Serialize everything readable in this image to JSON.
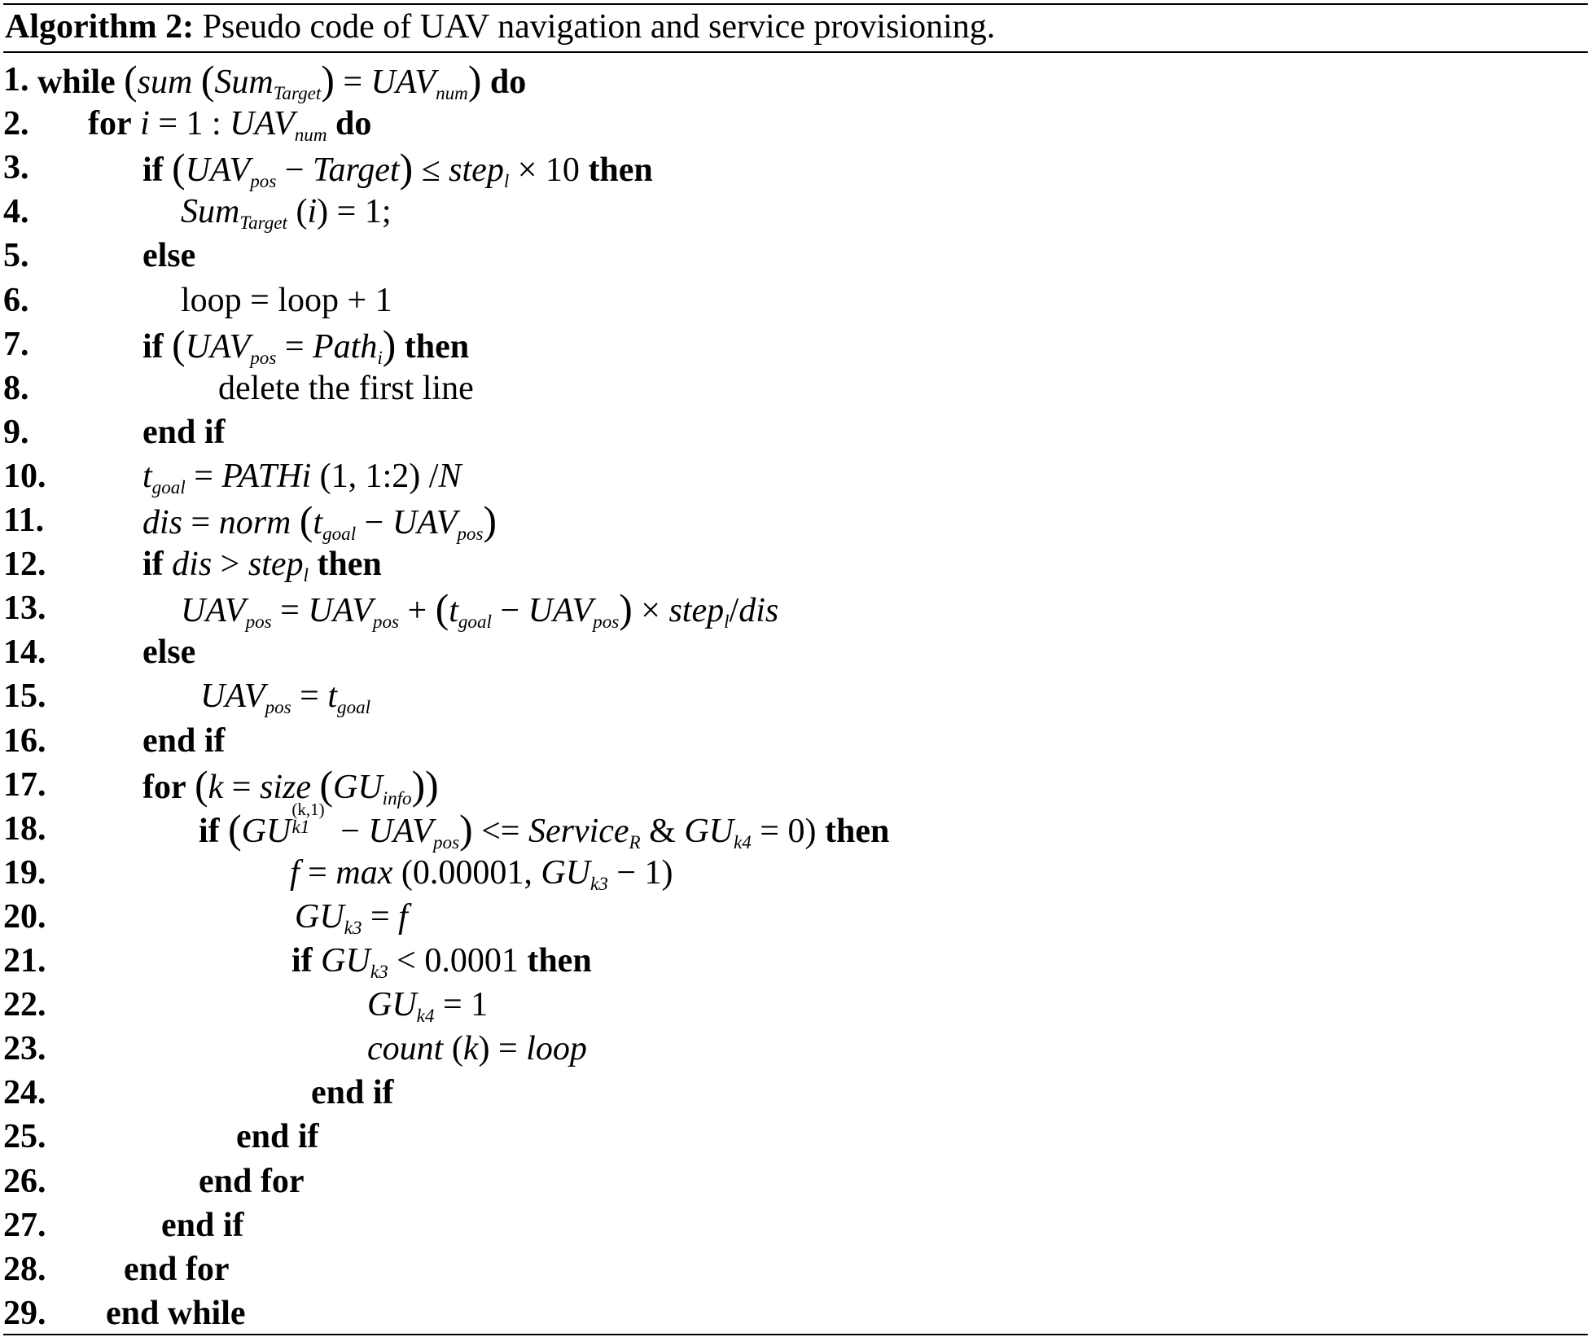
{
  "header": {
    "label": "Algorithm 2:",
    "caption": "Pseudo code of UAV navigation and service provisioning."
  },
  "lines": [
    {
      "n": "1.",
      "indent": 46,
      "parts": [
        {
          "k": "while"
        },
        {
          "t": " "
        },
        {
          "b": "("
        },
        {
          "m": "sum"
        },
        {
          "t": " "
        },
        {
          "b": "("
        },
        {
          "m": "Sum"
        },
        {
          "sub": "Target"
        },
        {
          "b": ")"
        },
        {
          "t": " = "
        },
        {
          "m": "UAV"
        },
        {
          "sub": "num"
        },
        {
          "b": ")"
        },
        {
          "t": " "
        },
        {
          "k": "do"
        }
      ]
    },
    {
      "n": "2.",
      "indent": 108,
      "parts": [
        {
          "k": "for"
        },
        {
          "t": " "
        },
        {
          "m": "i"
        },
        {
          "t": " = 1 : "
        },
        {
          "m": "UAV"
        },
        {
          "sub": "num"
        },
        {
          "t": " "
        },
        {
          "k": "do"
        }
      ]
    },
    {
      "n": "3.",
      "indent": 175,
      "parts": [
        {
          "k": "if"
        },
        {
          "t": " "
        },
        {
          "b": "("
        },
        {
          "m": "UAV"
        },
        {
          "sub": "pos"
        },
        {
          "t": " − "
        },
        {
          "m": "Target"
        },
        {
          "b": ")"
        },
        {
          "t": " ≤ "
        },
        {
          "m": "step"
        },
        {
          "sub": "l"
        },
        {
          "t": " × 10 "
        },
        {
          "k": "then"
        }
      ]
    },
    {
      "n": "4.",
      "indent": 222,
      "parts": [
        {
          "m": "Sum"
        },
        {
          "sub": "Target"
        },
        {
          "t": " ("
        },
        {
          "m": "i"
        },
        {
          "t": ") = 1;"
        }
      ]
    },
    {
      "n": "5.",
      "indent": 175,
      "parts": [
        {
          "k": "else"
        }
      ]
    },
    {
      "n": "6.",
      "indent": 222,
      "parts": [
        {
          "t": "loop = loop + 1"
        }
      ]
    },
    {
      "n": "7.",
      "indent": 175,
      "parts": [
        {
          "k": "if"
        },
        {
          "t": " "
        },
        {
          "b": "("
        },
        {
          "m": "UAV"
        },
        {
          "sub": "pos"
        },
        {
          "t": " = "
        },
        {
          "m": "Path"
        },
        {
          "sub": "i"
        },
        {
          "b": ")"
        },
        {
          "t": " "
        },
        {
          "k": "then"
        }
      ]
    },
    {
      "n": "8.",
      "indent": 268,
      "parts": [
        {
          "t": "delete the first line"
        }
      ]
    },
    {
      "n": "9.",
      "indent": 175,
      "parts": [
        {
          "k": "end if"
        }
      ]
    },
    {
      "n": "10.",
      "indent": 175,
      "parts": [
        {
          "m": "t"
        },
        {
          "sub": "goal"
        },
        {
          "t": " = "
        },
        {
          "m": "PATHi"
        },
        {
          "t": " (1, 1:2) /"
        },
        {
          "m": "N"
        }
      ]
    },
    {
      "n": "11.",
      "indent": 175,
      "parts": [
        {
          "m": "dis"
        },
        {
          "t": " = "
        },
        {
          "m": "norm"
        },
        {
          "t": " "
        },
        {
          "b": "("
        },
        {
          "m": "t"
        },
        {
          "sub": "goal"
        },
        {
          "t": " − "
        },
        {
          "m": "UAV"
        },
        {
          "sub": "pos"
        },
        {
          "b": ")"
        }
      ]
    },
    {
      "n": "12.",
      "indent": 175,
      "parts": [
        {
          "k": "if"
        },
        {
          "t": " "
        },
        {
          "m": "dis"
        },
        {
          "t": " > "
        },
        {
          "m": "step"
        },
        {
          "sub": "l"
        },
        {
          "t": " "
        },
        {
          "k": "then"
        }
      ]
    },
    {
      "n": "13.",
      "indent": 222,
      "parts": [
        {
          "m": "UAV"
        },
        {
          "sub": "pos"
        },
        {
          "t": " = "
        },
        {
          "m": "UAV"
        },
        {
          "sub": "pos"
        },
        {
          "t": " + "
        },
        {
          "b": "("
        },
        {
          "m": "t"
        },
        {
          "sub": "goal"
        },
        {
          "t": " − "
        },
        {
          "m": "UAV"
        },
        {
          "sub": "pos"
        },
        {
          "b": ")"
        },
        {
          "t": " × "
        },
        {
          "m": "step"
        },
        {
          "sub": "l"
        },
        {
          "t": "/"
        },
        {
          "m": "dis"
        }
      ]
    },
    {
      "n": "14.",
      "indent": 175,
      "parts": [
        {
          "k": "else"
        }
      ]
    },
    {
      "n": "15.",
      "indent": 246,
      "parts": [
        {
          "m": "UAV"
        },
        {
          "sub": "pos"
        },
        {
          "t": " = "
        },
        {
          "m": "t"
        },
        {
          "sub": "goal"
        }
      ]
    },
    {
      "n": "16.",
      "indent": 175,
      "parts": [
        {
          "k": "end if"
        }
      ]
    },
    {
      "n": "17.",
      "indent": 175,
      "parts": [
        {
          "k": "for"
        },
        {
          "t": " "
        },
        {
          "b": "("
        },
        {
          "m": "k"
        },
        {
          "t": " = "
        },
        {
          "m": "size"
        },
        {
          "t": " "
        },
        {
          "b": "("
        },
        {
          "m": "GU"
        },
        {
          "sub": "info"
        },
        {
          "b": ")"
        },
        {
          "b": ")"
        }
      ]
    },
    {
      "n": "18.",
      "indent": 244,
      "parts": [
        {
          "k": "if"
        },
        {
          "t": " "
        },
        {
          "b": "("
        },
        {
          "m": "GU"
        },
        {
          "supsub": [
            "(k,1)",
            "k1"
          ]
        },
        {
          "t": " − "
        },
        {
          "m": "UAV"
        },
        {
          "sub": "pos"
        },
        {
          "b": ")"
        },
        {
          "t": " <= "
        },
        {
          "m": "Service"
        },
        {
          "sub": "R"
        },
        {
          "t": " & "
        },
        {
          "m": "GU"
        },
        {
          "sub": "k4"
        },
        {
          "t": " = 0) "
        },
        {
          "k": "then"
        }
      ]
    },
    {
      "n": "19.",
      "indent": 356,
      "parts": [
        {
          "m": "f"
        },
        {
          "t": " = "
        },
        {
          "m": "max"
        },
        {
          "t": " (0.00001, "
        },
        {
          "m": "GU"
        },
        {
          "sub": "k3"
        },
        {
          "t": " − 1)"
        }
      ]
    },
    {
      "n": "20.",
      "indent": 362,
      "parts": [
        {
          "m": "GU"
        },
        {
          "sub": "k3"
        },
        {
          "t": " = "
        },
        {
          "m": "f"
        }
      ]
    },
    {
      "n": "21.",
      "indent": 358,
      "parts": [
        {
          "k": "if"
        },
        {
          "t": " "
        },
        {
          "m": "GU"
        },
        {
          "sub": "k3"
        },
        {
          "t": " < 0.0001 "
        },
        {
          "k": "then"
        }
      ]
    },
    {
      "n": "22.",
      "indent": 451,
      "parts": [
        {
          "m": "GU"
        },
        {
          "sub": "k4"
        },
        {
          "t": " = 1"
        }
      ]
    },
    {
      "n": "23.",
      "indent": 451,
      "parts": [
        {
          "m": "count"
        },
        {
          "t": " ("
        },
        {
          "m": "k"
        },
        {
          "t": ") = "
        },
        {
          "m": "loop"
        }
      ]
    },
    {
      "n": "24.",
      "indent": 382,
      "parts": [
        {
          "k": "end if"
        }
      ]
    },
    {
      "n": "25.",
      "indent": 290,
      "parts": [
        {
          "k": "end if"
        }
      ]
    },
    {
      "n": "26.",
      "indent": 244,
      "parts": [
        {
          "k": "end for"
        }
      ]
    },
    {
      "n": "27.",
      "indent": 198,
      "parts": [
        {
          "k": "end if"
        }
      ]
    },
    {
      "n": "28.",
      "indent": 152,
      "parts": [
        {
          "k": "end for"
        }
      ]
    },
    {
      "n": "29.",
      "indent": 130,
      "parts": [
        {
          "k": "end while"
        }
      ]
    }
  ]
}
